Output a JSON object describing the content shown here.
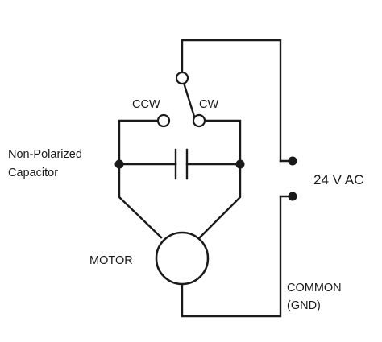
{
  "labels": {
    "ccw": "CCW",
    "cw": "CW",
    "capacitor_line1": "Non-Polarized",
    "capacitor_line2": "Capacitor",
    "supply": "24 V AC",
    "motor": "MOTOR",
    "common_line1": "COMMON",
    "common_line2": "(GND)"
  },
  "colors": {
    "ink": "#1a1a1a",
    "background": "#ffffff"
  }
}
